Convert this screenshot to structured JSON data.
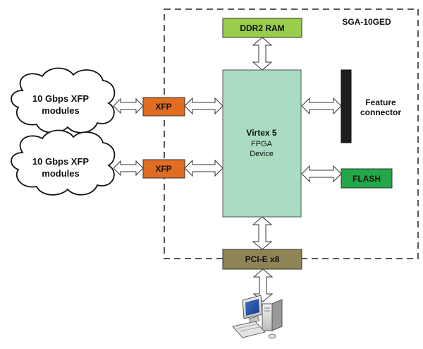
{
  "board_label": "SGA-10GED",
  "blocks": {
    "ddr2": "DDR2 RAM",
    "fpga_line1": "Virtex 5",
    "fpga_line2": "FPGA",
    "fpga_line3": "Device",
    "feature_line1": "Feature",
    "feature_line2": "connector",
    "flash": "FLASH",
    "pcie": "PCI-E x8",
    "xfp_top": "XFP",
    "xfp_bottom": "XFP"
  },
  "clouds": {
    "top_line1": "10 Gbps XFP",
    "top_line2": "modules",
    "bottom_line1": "10 Gbps XFP",
    "bottom_line2": "modules"
  },
  "colors": {
    "ddr2_fill": "#9ACD4C",
    "fpga_fill": "#A9DCC1",
    "xfp_fill": "#E06D22",
    "flash_fill": "#22A84A",
    "pcie_fill": "#8E8456",
    "connector_fill": "#1F1F1F"
  },
  "icons": {
    "computer": "desktop-computer-icon"
  }
}
